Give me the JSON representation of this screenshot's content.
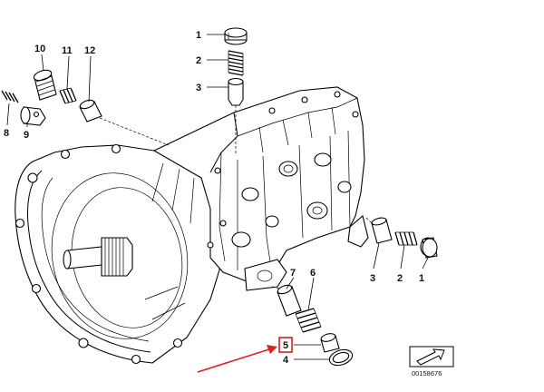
{
  "callouts": {
    "c1_top": "1",
    "c2_top": "2",
    "c3_top": "3",
    "c10": "10",
    "c11": "11",
    "c12": "12",
    "c8": "8",
    "c9": "9",
    "c3_right": "3",
    "c2_right": "2",
    "c1_right": "1",
    "c7": "7",
    "c6": "6",
    "c5": "5",
    "c4": "4"
  },
  "highlight": {
    "part_number": "5",
    "box_color": "#d42020",
    "arrow_color": "#e0201c"
  },
  "document_number": "00158676"
}
